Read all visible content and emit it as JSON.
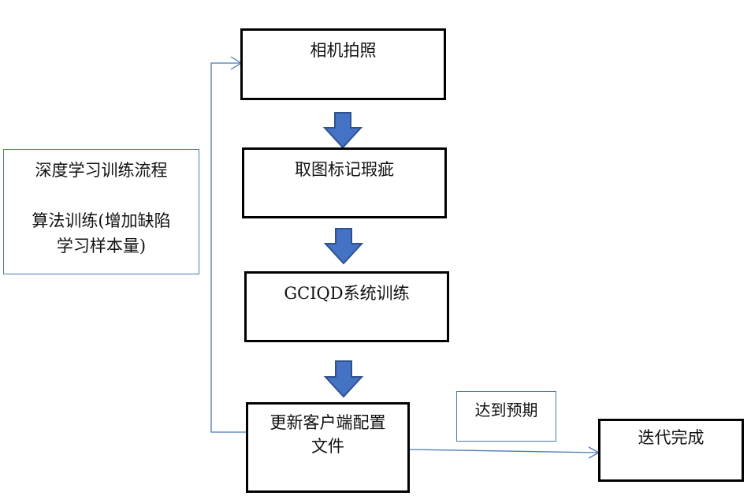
{
  "steps": {
    "camera": "相机拍照",
    "capture": "取图标记瑕疵",
    "gciqd": "GCIQD系统训练",
    "update_line1": "更新客户端配置",
    "update_line2": "文件",
    "done": "迭代完成"
  },
  "side_note": {
    "title": "深度学习训练流程",
    "body_line1": "算法训练(增加缺陷",
    "body_line2": "学习样本量)"
  },
  "condition": "达到预期",
  "colors": {
    "box_border": "#000000",
    "note_border": "#4a7ab5",
    "arrow_fill": "#4472c4",
    "arrow_stroke": "#2f528f",
    "connector": "#4a7ab5"
  }
}
